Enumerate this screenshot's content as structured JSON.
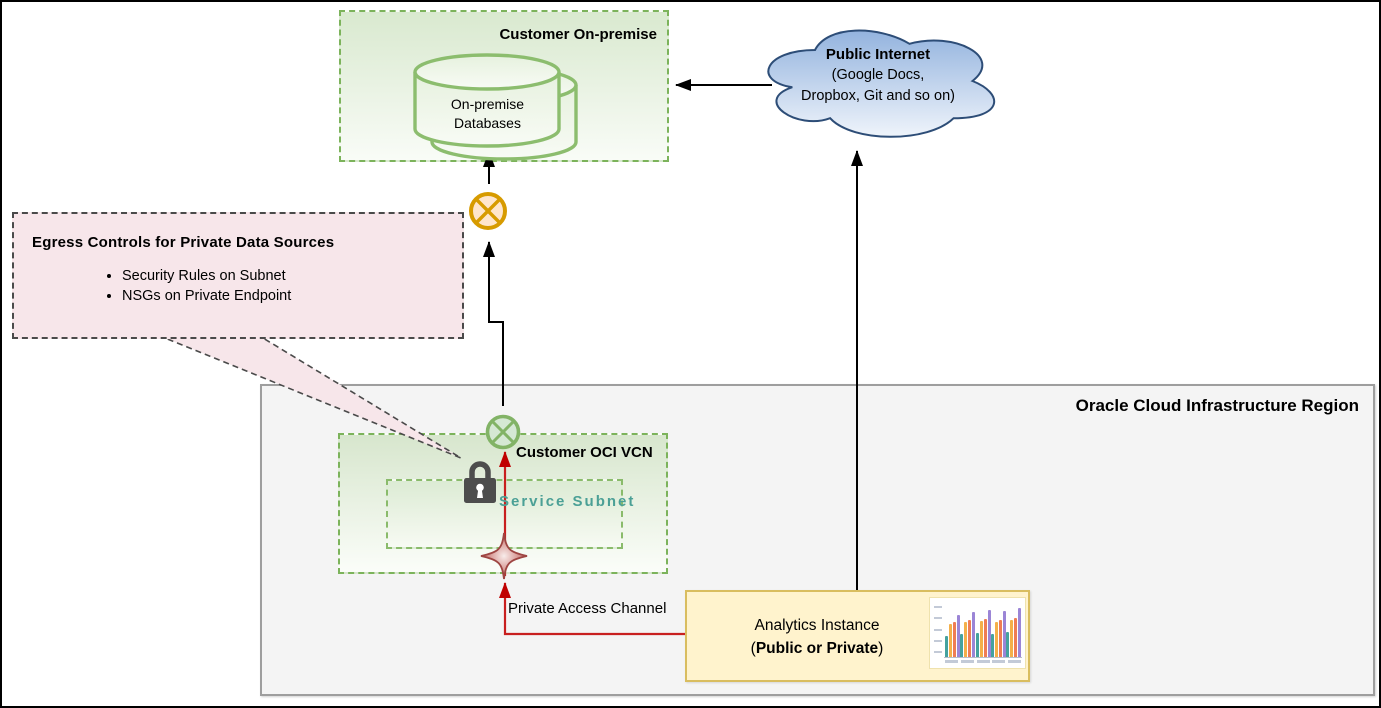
{
  "on_premise": {
    "title": "Customer On-premise",
    "database_line1": "On-premise",
    "database_line2": "Databases"
  },
  "public_internet": {
    "title": "Public Internet",
    "sub1": "(Google Docs,",
    "sub2": "Dropbox, Git and so on)"
  },
  "egress_callout": {
    "title": "Egress Controls for Private Data Sources",
    "bullets": [
      "Security Rules on Subnet",
      "NSGs on Private Endpoint"
    ]
  },
  "region": {
    "title": "Oracle Cloud Infrastructure Region"
  },
  "vcn": {
    "title": "Customer OCI VCN"
  },
  "subnet": {
    "title": "Service Subnet"
  },
  "labels": {
    "private_access_channel": "Private Access Channel"
  },
  "analytics": {
    "title": "Analytics Instance",
    "paren_open": "(",
    "subtitle_bold": "Public or Private",
    "paren_close": ")"
  },
  "colors": {
    "green_border": "#7cb35b",
    "gold_icon_stroke": "#d79b00",
    "gold_icon_fill": "#ffe6cc",
    "green_icon_stroke": "#82b366",
    "green_icon_fill": "#d5e8d4",
    "red_line": "#c81f1f",
    "callout_fill": "#f7e6ea",
    "region_fill": "#f4f4f4",
    "analytics_fill": "#fff3cd",
    "analytics_border": "#d9bd5f",
    "cloud_stroke": "#2d4d77",
    "subnet_label_color": "#4ba096",
    "lock_gray": "#4d4d4d",
    "star_red": "#b05451"
  },
  "chart_thumbnail": {
    "type": "bar",
    "groups": [
      [
        40,
        62,
        66,
        80
      ],
      [
        44,
        66,
        70,
        85
      ],
      [
        46,
        68,
        72,
        88
      ],
      [
        44,
        66,
        70,
        86
      ],
      [
        48,
        70,
        74,
        92
      ]
    ],
    "bar_colors": [
      "#45a29e",
      "#f4b04a",
      "#ef7d54",
      "#9b85d6"
    ],
    "y_tick_count": 5
  }
}
